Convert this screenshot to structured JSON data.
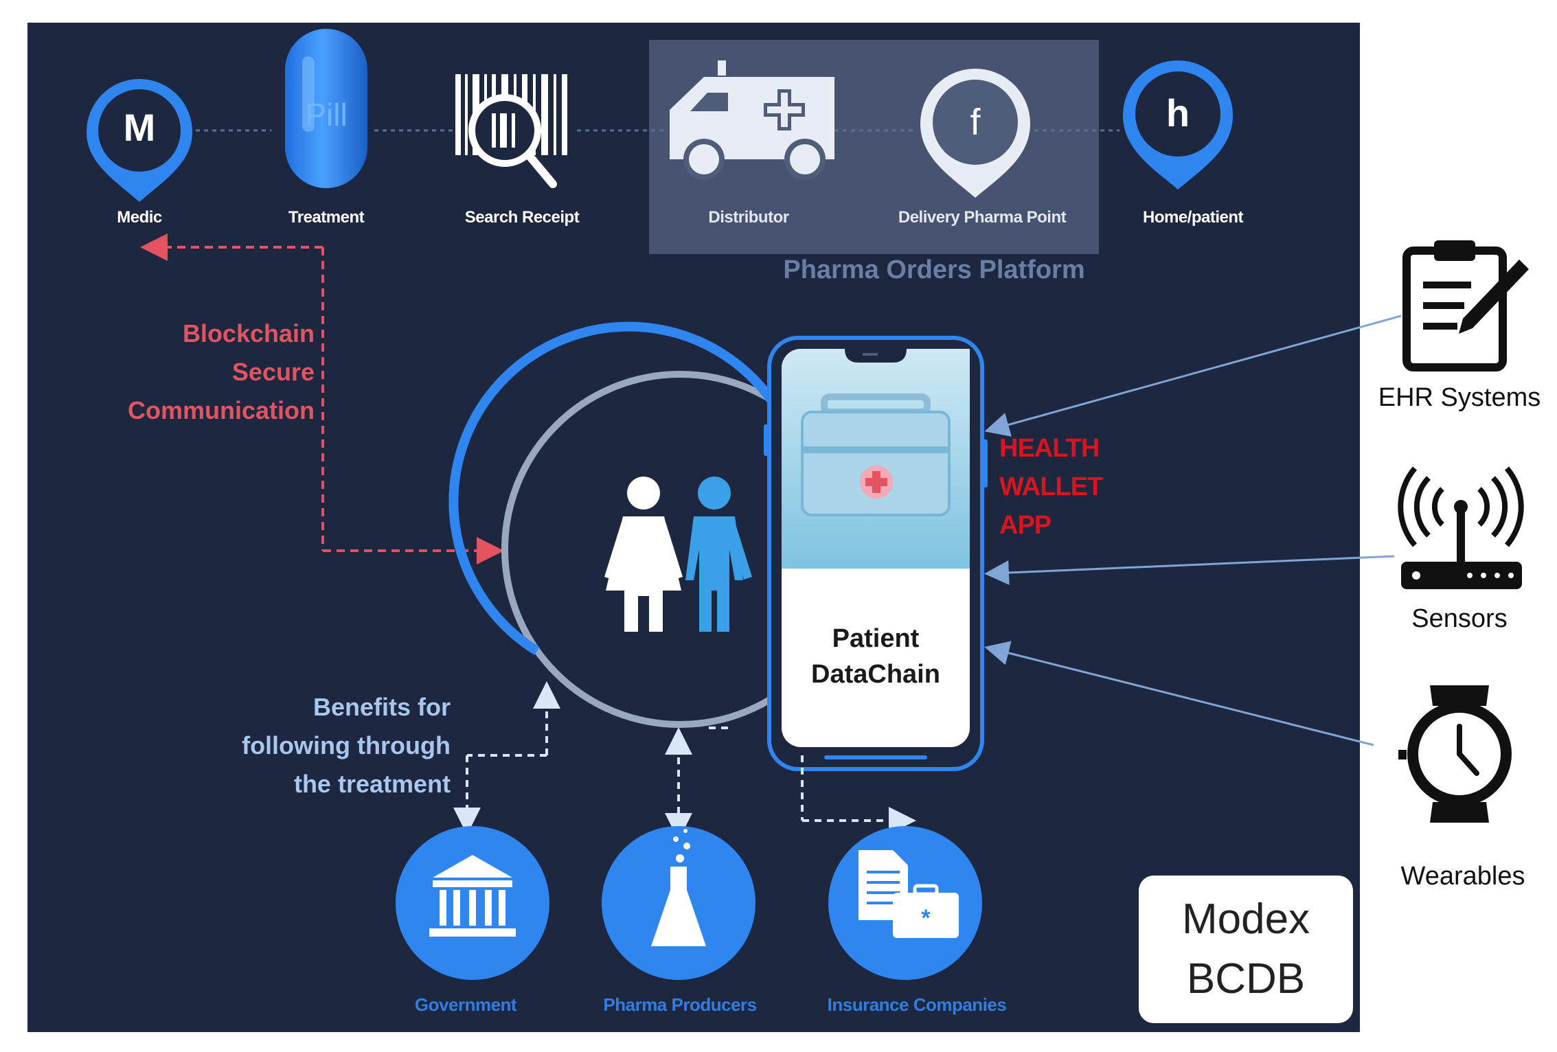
{
  "top_flow": {
    "medic": {
      "letter": "M",
      "label": "Medic"
    },
    "treatment": {
      "pill_text": "Pill",
      "label": "Treatment"
    },
    "search_receipt": {
      "label": "Search Receipt"
    },
    "distributor": {
      "label": "Distributor"
    },
    "delivery": {
      "letter": "f",
      "label": "Delivery Pharma Point"
    },
    "home": {
      "letter": "h",
      "label": "Home/patient"
    },
    "platform_title": "Pharma Orders Platform"
  },
  "left_notes": {
    "blockchain_lines": [
      "Blockchain",
      "Secure",
      "Communication"
    ],
    "benefits_lines": [
      "Benefits for",
      "following through",
      "the treatment"
    ]
  },
  "phone": {
    "wallet_lines": [
      "HEALTH",
      "WALLET",
      "APP"
    ],
    "title_lines": [
      "Patient",
      "DataChain"
    ]
  },
  "bottom": {
    "government": "Government",
    "pharma_producers": "Pharma Producers",
    "insurance": "Insurance Companies"
  },
  "right_sources": {
    "ehr": "EHR Systems",
    "sensors": "Sensors",
    "wearables": "Wearables"
  },
  "modex": {
    "line1": "Modex",
    "line2": "BCDB"
  },
  "colors": {
    "panel": "#1e2740",
    "accent_blue": "#2f86f0",
    "alert_red": "#e45460",
    "wallet_red": "#d8141e"
  }
}
